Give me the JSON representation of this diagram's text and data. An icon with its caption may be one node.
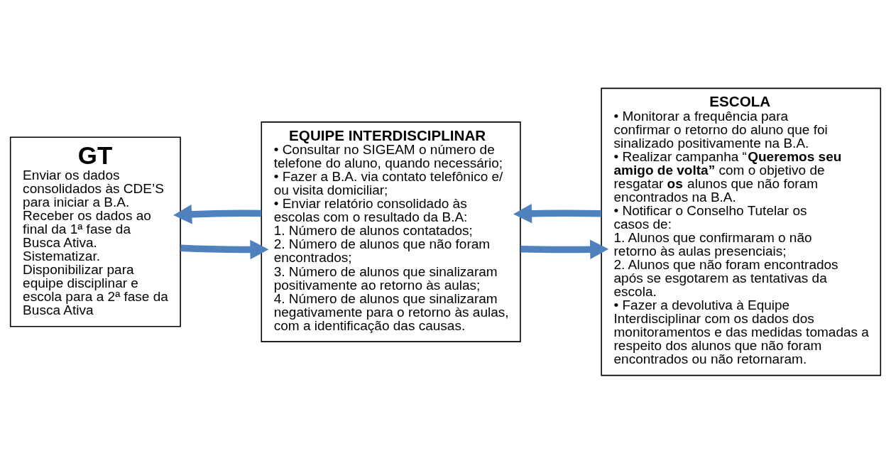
{
  "diagram": {
    "nodes": [
      {
        "text": [
          "GT",
          "Enviar os dados consolidados às CDE’S para iniciar a B.A.",
          "Receber os dados ao final da 1ª fase da Busca Ativa. Sistematizar. Disponibilizar para equipe disciplinar e escola para a 2ª fase da Busca Ativa"
        ]
      },
      {
        "text": [
          "EQUIPE INTERDISCIPLINAR",
          "• Consultar no SIGEAM o número de telefone do aluno, quando necessário;",
          "• Fazer a B.A. via contato telefônico e/ ou visita domiciliar;",
          "• Enviar relatório consolidado às escolas com o resultado da B.A:",
          "1. Número de alunos contatados;",
          "2. Número de alunos que não foram encontrados;",
          "3. Número de alunos que sinalizaram positivamente ao retorno às aulas;",
          "4. Número de alunos que sinalizaram negativamente para o retorno às aulas, com a identificação das causas."
        ]
      },
      {
        "text": [
          "ESCOLA",
          "• Monitorar a frequência para confirmar o retorno do aluno que foi sinalizado positivamente na B.A.",
          "• Realizar campanha “**Queremos seu amigo de volta”** com o objetivo de resgatar **os** alunos que não foram encontrados na B.A.",
          "• Notificar o Conselho Tutelar os casos de:",
          "1. Alunos que confirmaram o não retorno às aulas presenciais;",
          "2. Alunos que não foram encontrados após se esgotarem as tentativas da escola.",
          "• Fazer a devolutiva à Equipe Interdisciplinar com os dados dos monitoramentos e das medidas tomadas a respeito dos alunos que não foram encontrados ou não retornaram."
        ]
      }
    ],
    "edges": [
      {
        "from": 0,
        "to": 1,
        "arrow": "to"
      },
      {
        "from": 1,
        "to": 0,
        "arrow": "to"
      },
      {
        "from": 1,
        "to": 2,
        "arrow": "to"
      },
      {
        "from": 2,
        "to": 1,
        "arrow": "to"
      }
    ]
  }
}
